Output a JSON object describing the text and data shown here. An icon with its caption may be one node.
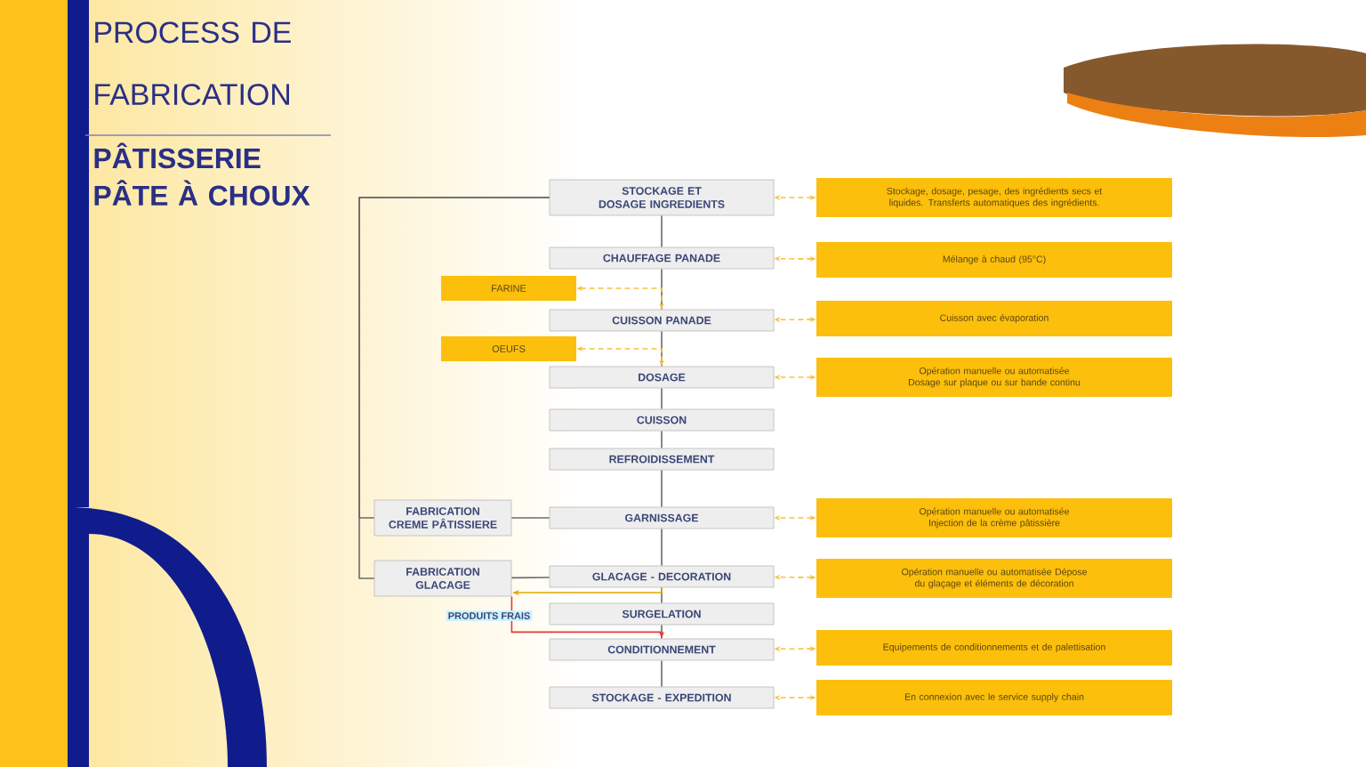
{
  "diagram": {
    "title": "PROCESS DE FABRICATION",
    "nodes": [
      {
        "text": [
          "STOCKAGE ET DOSAGE INGREDIENTS"
        ]
      },
      {
        "text": [
          "CHAUFFAGE PANADE"
        ]
      },
      {
        "text": [
          "CUISSON PANADE"
        ]
      },
      {
        "text": [
          "DOSAGE"
        ]
      },
      {
        "text": [
          "CUISSON"
        ]
      },
      {
        "text": [
          "REFROIDISSEMENT"
        ]
      },
      {
        "text": [
          "GARNISSAGE"
        ]
      },
      {
        "text": [
          "GLACAGE - DECORATION"
        ]
      },
      {
        "text": [
          "SURGELATION"
        ]
      },
      {
        "text": [
          "CONDITIONNEMENT"
        ]
      },
      {
        "text": [
          "STOCKAGE - EXPEDITION"
        ]
      },
      {
        "text": [
          "FARINE"
        ]
      },
      {
        "text": [
          "OEUFS"
        ]
      },
      {
        "text": [
          "FABRICATION CREME PÂTISSIERE"
        ]
      },
      {
        "text": [
          "FABRICATION GLACAGE"
        ]
      },
      {
        "text": [
          "Stockage, dosage, pesage, des ingrédients secs et liquides. Transferts automatiques des ingrédients."
        ]
      },
      {
        "text": [
          "Mélange à chaud (95°C)"
        ]
      },
      {
        "text": [
          "Cuisson avec évaporation"
        ]
      },
      {
        "text": [
          "Opération manuelle ou automatisée Dosage sur plaque ou sur bande continu"
        ]
      },
      {
        "text": [
          "Opération manuelle ou automatisée Injection de la crème pâtissière"
        ]
      },
      {
        "text": [
          "Opération manuelle ou automatisée Dépose du glaçage et éléments de décoration"
        ]
      },
      {
        "text": [
          "Equipements de conditionnements et de palettisation"
        ]
      },
      {
        "text": [
          "En connexion avec le service supply chain"
        ]
      }
    ],
    "edges": [
      {
        "from": 0,
        "to": 1,
        "arrow": "none"
      },
      {
        "from": 1,
        "to": 2,
        "arrow": "none"
      },
      {
        "from": 2,
        "to": 3,
        "arrow": "none"
      },
      {
        "from": 3,
        "to": 4,
        "arrow": "none"
      },
      {
        "from": 4,
        "to": 5,
        "arrow": "none"
      },
      {
        "from": 5,
        "to": 6,
        "arrow": "none"
      },
      {
        "from": 6,
        "to": 7,
        "arrow": "none"
      },
      {
        "from": 7,
        "to": 8,
        "arrow": "none"
      },
      {
        "from": 8,
        "to": 9,
        "arrow": "none"
      },
      {
        "from": 9,
        "to": 10,
        "arrow": "none"
      },
      {
        "from": 0,
        "to": 13,
        "arrow": "none"
      },
      {
        "from": 0,
        "to": 14,
        "arrow": "none"
      },
      {
        "from": 13,
        "to": 6,
        "arrow": "none"
      },
      {
        "from": 14,
        "to": 7,
        "arrow": "none"
      },
      {
        "from": 11,
        "to": 2,
        "arrow": "both",
        "style": "dashed",
        "color": "#f5c242"
      },
      {
        "from": 12,
        "to": 3,
        "arrow": "both",
        "style": "dashed",
        "color": "#f5c242"
      },
      {
        "from": 15,
        "to": 0,
        "arrow": "both",
        "style": "dashed",
        "color": "#f5c242"
      },
      {
        "from": 16,
        "to": 1,
        "arrow": "both",
        "style": "dashed",
        "color": "#f5c242"
      },
      {
        "from": 17,
        "to": 2,
        "arrow": "both",
        "style": "dashed",
        "color": "#f5c242"
      },
      {
        "from": 18,
        "to": 3,
        "arrow": "both",
        "style": "dashed",
        "color": "#f5c242"
      },
      {
        "from": 19,
        "to": 6,
        "arrow": "both",
        "style": "dashed",
        "color": "#f5c242"
      },
      {
        "from": 20,
        "to": 7,
        "arrow": "both",
        "style": "dashed",
        "color": "#f5c242"
      },
      {
        "from": 21,
        "to": 9,
        "arrow": "both",
        "style": "dashed",
        "color": "#f5c242"
      },
      {
        "from": 22,
        "to": 10,
        "arrow": "both",
        "style": "dashed",
        "color": "#f5c242"
      },
      {
        "from": 7,
        "to": 14,
        "arrow": "to",
        "color": "#e0a800"
      },
      {
        "from": 14,
        "to": 9,
        "arrow": "to",
        "color": "#e53935",
        "label": "PRODUITS FRAIS"
      }
    ],
    "labels": [
      "PÂTISSERIE PÂTE À CHOUX"
    ]
  }
}
